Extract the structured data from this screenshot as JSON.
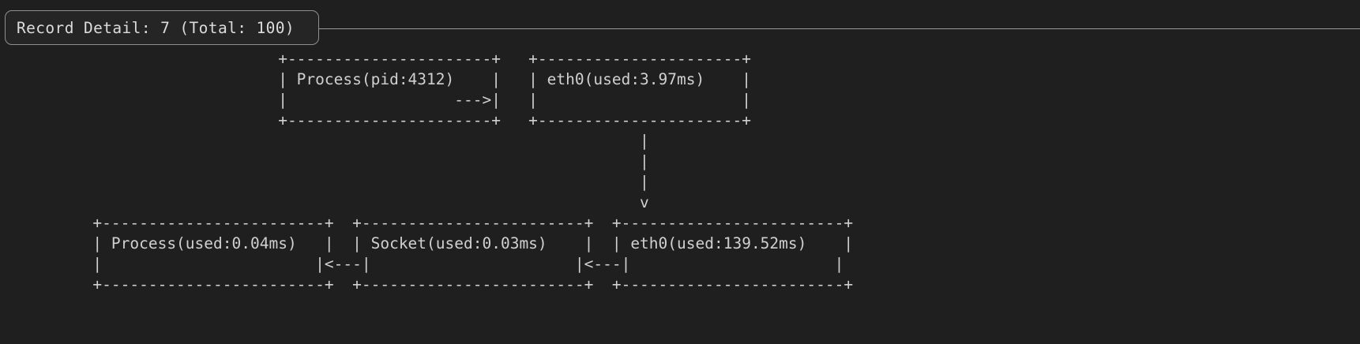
{
  "window": {
    "background_color": "#1f1f1f",
    "foreground_color": "#d4d4d4"
  },
  "header": {
    "title": "Record Detail: 7 (Total: 100)",
    "record_index": 7,
    "record_total": 100,
    "divider": "horizontal-rule"
  },
  "diagram": {
    "type": "ascii-flow",
    "nodes": [
      {
        "id": "process-top",
        "label": "Process(pid:4312)",
        "row": "top",
        "column": 1
      },
      {
        "id": "eth0-top",
        "label": "eth0(used:3.97ms)",
        "row": "top",
        "column": 2
      },
      {
        "id": "process-bottom",
        "label": "Process(used:0.04ms)",
        "row": "bottom",
        "column": 1
      },
      {
        "id": "socket-bottom",
        "label": "Socket(used:0.03ms)",
        "row": "bottom",
        "column": 2
      },
      {
        "id": "eth0-bottom",
        "label": "eth0(used:139.52ms)",
        "row": "bottom",
        "column": 3
      }
    ],
    "edges": [
      {
        "from": "process-top",
        "to": "eth0-top",
        "glyph": "--->",
        "direction": "right"
      },
      {
        "from": "eth0-top",
        "to": "eth0-bottom",
        "glyph": "v",
        "direction": "down"
      },
      {
        "from": "eth0-bottom",
        "to": "socket-bottom",
        "glyph": "<---",
        "direction": "left"
      },
      {
        "from": "socket-bottom",
        "to": "process-bottom",
        "glyph": "<---",
        "direction": "left"
      }
    ],
    "art": {
      "line_01": "                              +----------------------+   +----------------------+",
      "line_02": "                              | Process(pid:4312)    |   | eth0(used:3.97ms)    |",
      "line_03": "                              |                  --->|   |                      |",
      "line_04": "                              +----------------------+   +----------------------+",
      "line_05": "                                                                     |",
      "line_06": "                                                                     |",
      "line_07": "                                                                     |",
      "line_08": "                                                                     v",
      "line_09": "          +------------------------+  +------------------------+  +------------------------+",
      "line_10": "          | Process(used:0.04ms)   |  | Socket(used:0.03ms)    |  | eth0(used:139.52ms)    |",
      "line_11": "          |                       |<---|                      |<---|                      |",
      "line_12": "          +------------------------+  +------------------------+  +------------------------+"
    }
  }
}
